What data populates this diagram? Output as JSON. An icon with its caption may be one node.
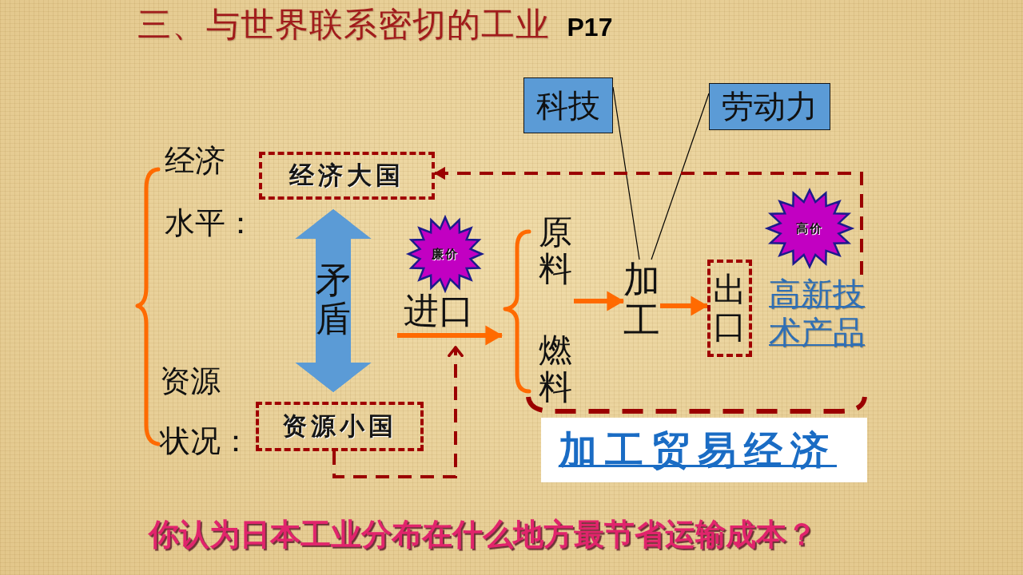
{
  "diagram": {
    "title": "三、与世界联系密切的工业 **P17**",
    "caption": "你认为日本工业分布在什么地方最节省运输成本？",
    "nodes": [
      {
        "text": [
          "经济大国"
        ],
        "beside": [
          "经济水平："
        ]
      },
      {
        "text": [
          "资源小国"
        ],
        "beside": [
          "资源状况："
        ]
      },
      {
        "text": [
          "廉价"
        ]
      },
      {
        "text": [
          "进口"
        ]
      },
      {
        "text": [
          "原料",
          "燃料"
        ]
      },
      {
        "text": [
          "科技"
        ]
      },
      {
        "text": [
          "劳动力"
        ]
      },
      {
        "text": [
          "加工"
        ]
      },
      {
        "text": [
          "出口"
        ]
      },
      {
        "text": [
          "高价"
        ]
      },
      {
        "text": [
          "高新技术产品"
        ]
      },
      {
        "text": [
          "加工贸易经济"
        ]
      }
    ],
    "edges": [
      {
        "from": 1,
        "to": 3,
        "arrow": "to",
        "style": "dashed",
        "color": "#9b0000"
      },
      {
        "from": 3,
        "to": 4,
        "arrow": "to"
      },
      {
        "from": 5,
        "to": 7,
        "arrow": "none",
        "color": "#000000"
      },
      {
        "from": 6,
        "to": 7,
        "arrow": "none",
        "color": "#000000"
      },
      {
        "from": 4,
        "to": 7,
        "arrow": "to"
      },
      {
        "from": 7,
        "to": 8,
        "arrow": "to"
      },
      {
        "from": 10,
        "to": 0,
        "arrow": "to",
        "style": "dashed",
        "color": "#9b0000"
      },
      {
        "from": 0,
        "to": 1,
        "arrow": "both",
        "label": "矛盾",
        "style": "thick",
        "color": "#5b9bd6"
      }
    ]
  }
}
